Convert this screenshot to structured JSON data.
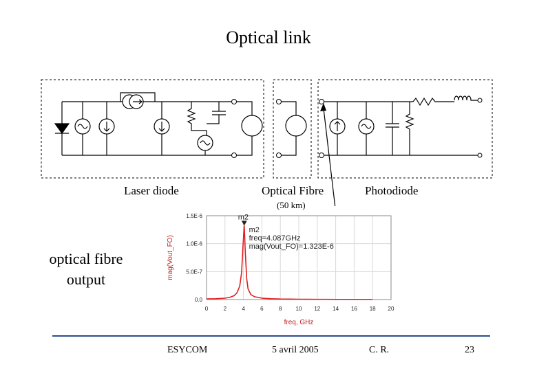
{
  "slide": {
    "title": "Optical link",
    "side_label_lines": [
      "optical fibre",
      "output"
    ]
  },
  "circuit": {
    "blocks": [
      {
        "label": "Laser diode"
      },
      {
        "label": "Optical Fibre",
        "sublabel": "(50 km)"
      },
      {
        "label": "Photodiode"
      }
    ]
  },
  "chart_data": {
    "type": "line",
    "xlabel": "freq, GHz",
    "ylabel": "mag(Vout_FO)",
    "xlim": [
      0,
      20
    ],
    "ylim": [
      0,
      1.5e-06
    ],
    "x_ticks": [
      0,
      2,
      4,
      6,
      8,
      10,
      12,
      14,
      16,
      18,
      20
    ],
    "y_ticks": [
      {
        "value": 0,
        "label": "0.0"
      },
      {
        "value": 5e-07,
        "label": "5.0E-7"
      },
      {
        "value": 1e-06,
        "label": "1.0E-6"
      },
      {
        "value": 1.5e-06,
        "label": "1.5E-6"
      }
    ],
    "grid": true,
    "series_color": "#e02020",
    "series": [
      {
        "x": [
          0,
          1,
          2,
          2.5,
          3,
          3.3,
          3.6,
          3.8,
          3.95,
          4.087,
          4.2,
          4.35,
          4.5,
          4.8,
          5.2,
          6,
          7,
          8,
          9,
          10,
          11,
          12,
          13,
          14,
          15,
          16,
          17,
          18
        ],
        "y": [
          1.2e-08,
          1.5e-08,
          2.5e-08,
          3.8e-08,
          7e-08,
          1.2e-07,
          2.4e-07,
          4.8e-07,
          9.5e-07,
          1.323e-06,
          8.5e-07,
          3.8e-07,
          1.9e-07,
          9e-08,
          5e-08,
          2.5e-08,
          1.5e-08,
          1e-08,
          8e-09,
          6e-09,
          5e-09,
          4e-09,
          3.5e-09,
          3e-09,
          2.5e-09,
          2e-09,
          1.8e-09,
          1.5e-09
        ]
      }
    ],
    "marker": {
      "name": "m2",
      "x": 4.087,
      "y": 1.323e-06,
      "lines": [
        "m2",
        "freq=4.087GHz",
        "mag(Vout_FO)=1.323E-6"
      ]
    }
  },
  "footer": {
    "org": "ESYCOM",
    "date": "5 avril 2005",
    "author": "C. R.",
    "page": "23"
  }
}
